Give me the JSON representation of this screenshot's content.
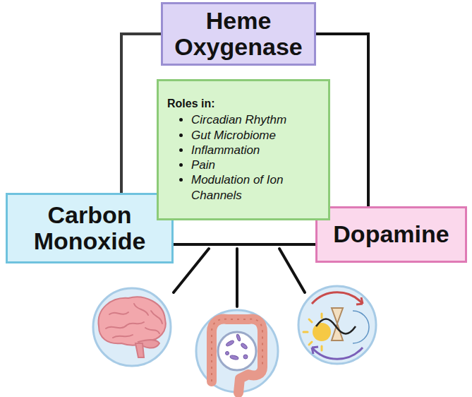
{
  "diagram": {
    "nodes": [
      {
        "text": [
          "Heme Oxygenase"
        ]
      },
      {
        "text": [
          "Roles in:",
          "Circadian Rhythm",
          "Gut Microbiome",
          "Inflammation",
          "Pain",
          "Modulation of Ion Channels"
        ]
      },
      {
        "text": [
          "Carbon Monoxide"
        ]
      },
      {
        "text": [
          "Dopamine"
        ]
      }
    ],
    "edges": [
      {
        "from": 0,
        "to": 2,
        "arrow": "none"
      },
      {
        "from": 0,
        "to": 3,
        "arrow": "none"
      },
      {
        "from": 2,
        "to": 3,
        "arrow": "none"
      }
    ]
  }
}
